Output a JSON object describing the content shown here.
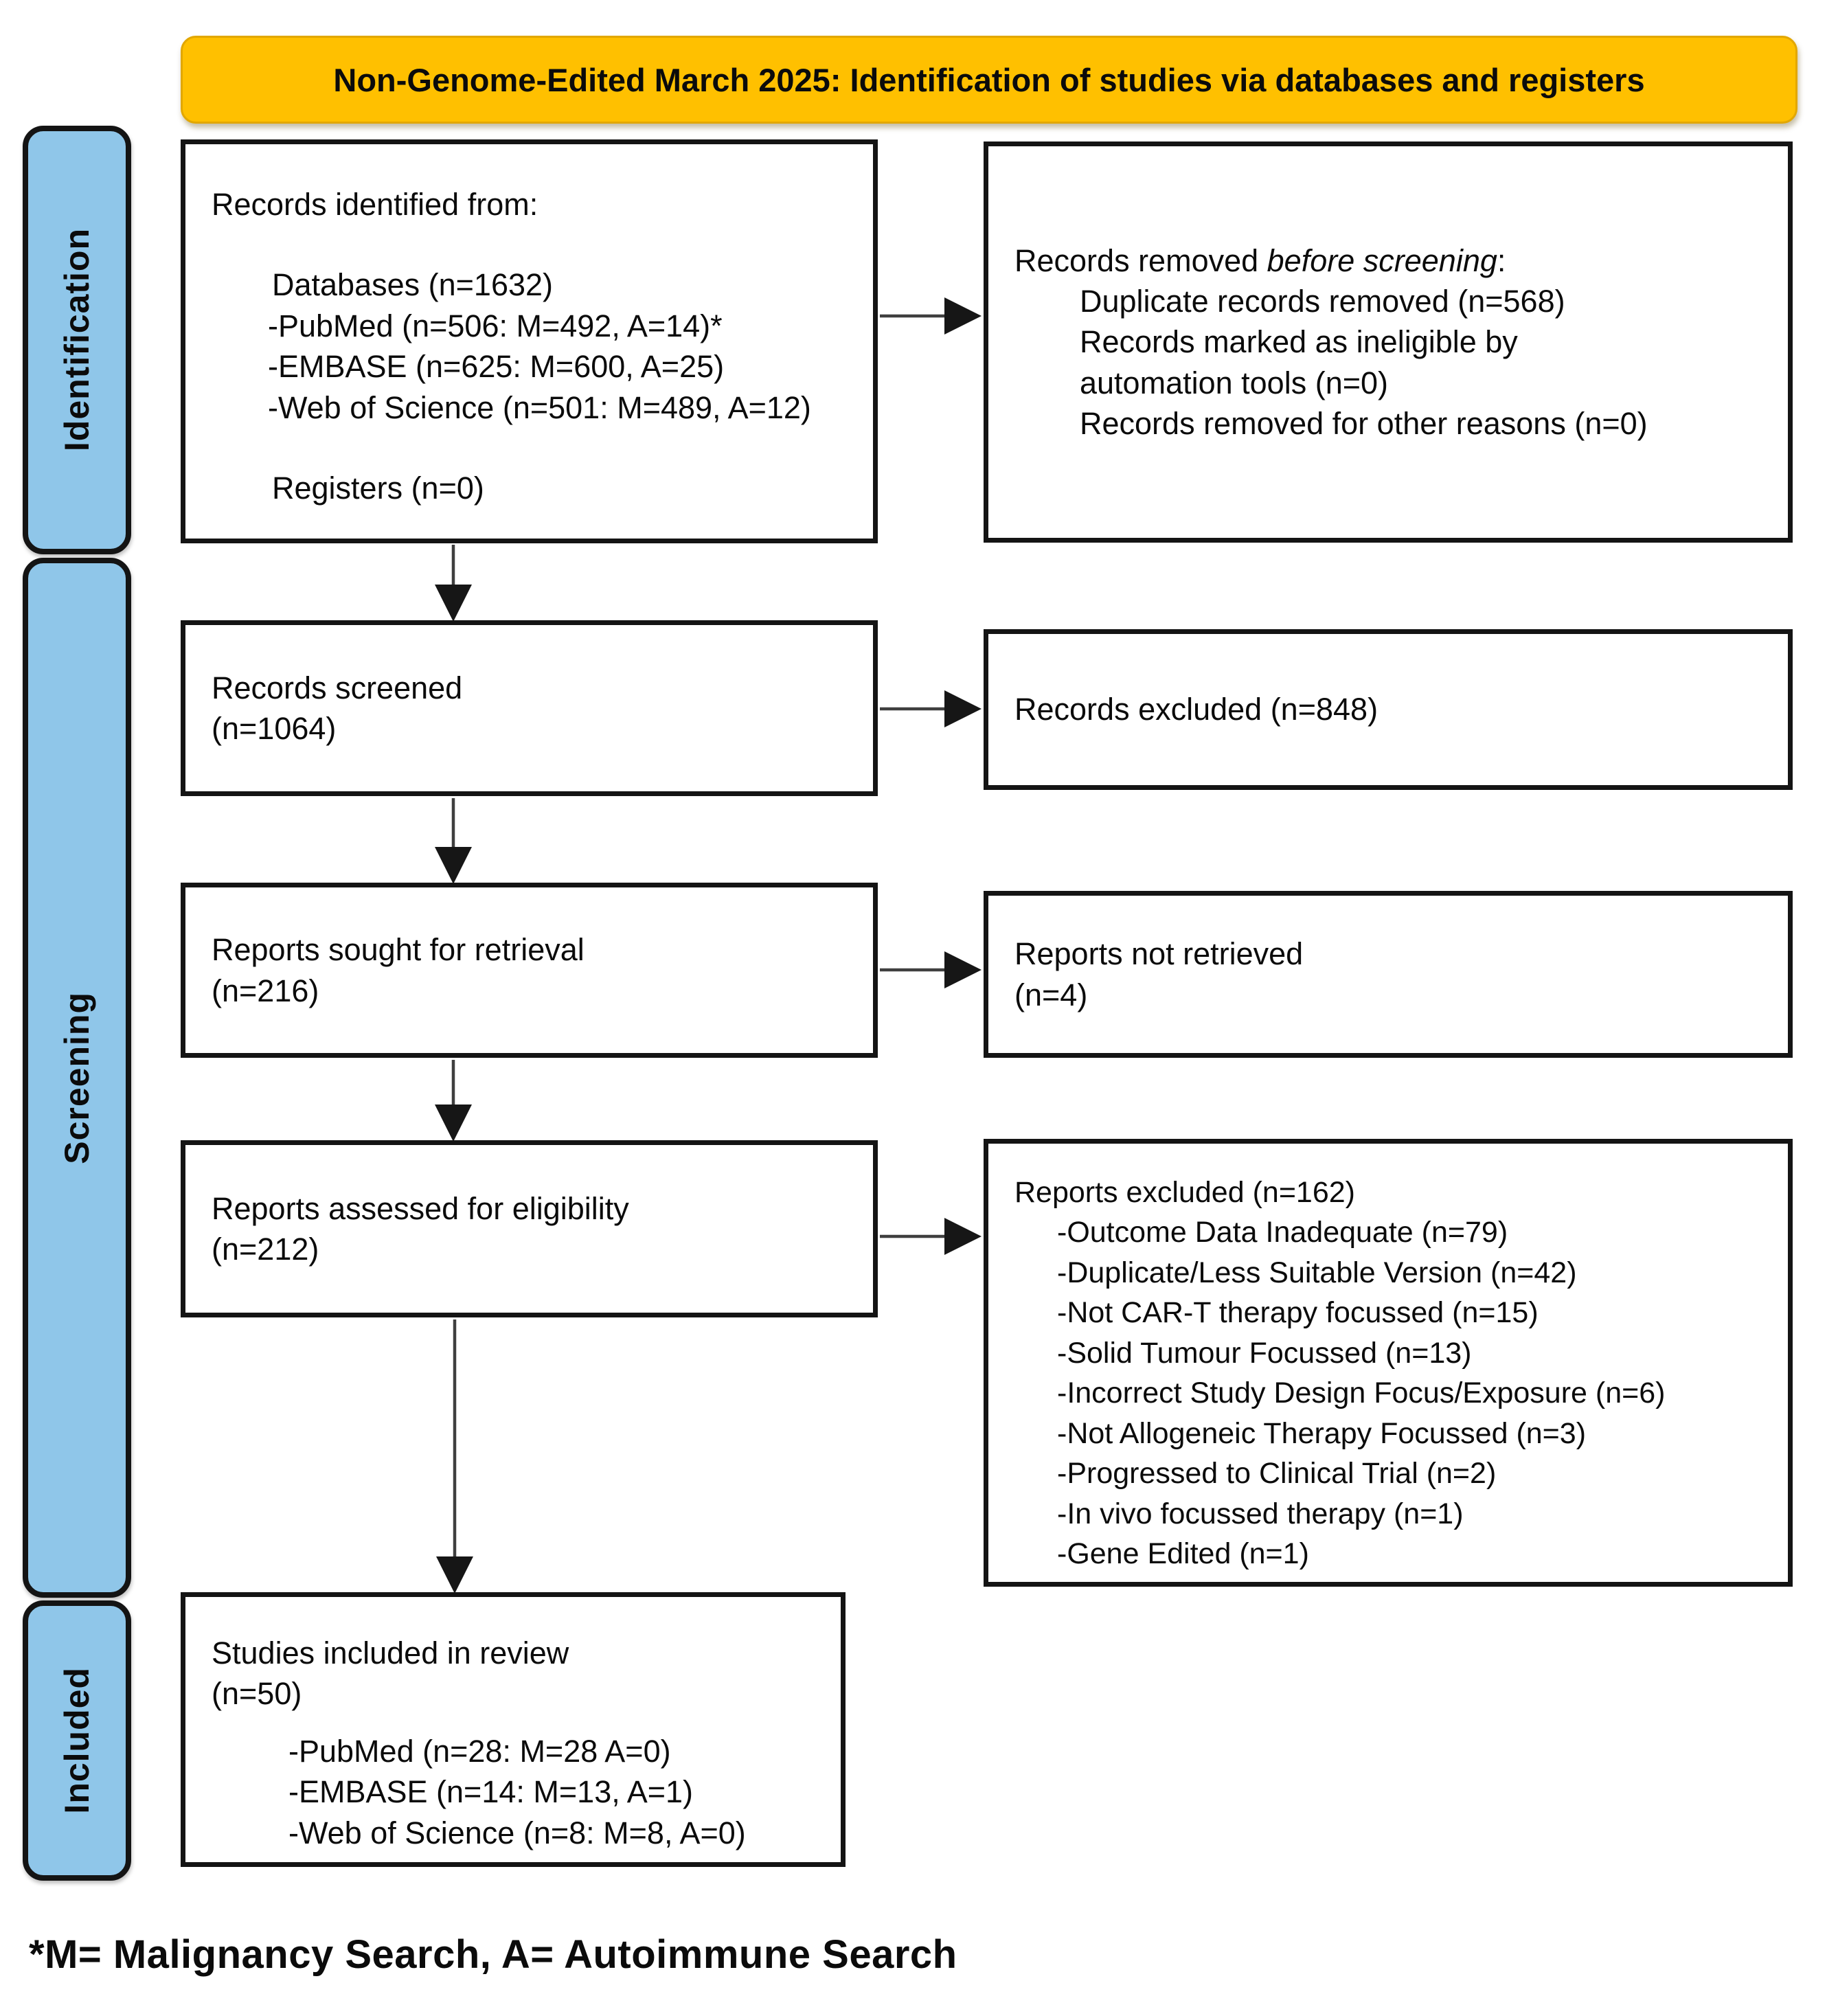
{
  "title": "Non-Genome-Edited March 2025: Identification of studies via databases and registers",
  "stages": {
    "identification": "Identification",
    "screening": "Screening",
    "included": "Included"
  },
  "boxes": {
    "identified": {
      "heading": "Records identified from:",
      "databases": "Databases (n=1632)",
      "sources": [
        "-PubMed (n=506: M=492, A=14)*",
        "-EMBASE (n=625: M=600, A=25)",
        "-Web of Science (n=501: M=489, A=12)"
      ],
      "registers": "Registers (n=0)"
    },
    "removed_before_screening": {
      "heading_prefix": "Records removed ",
      "heading_italic": "before screening",
      "heading_suffix": ":",
      "lines": [
        "Duplicate records removed  (n=568)",
        "Records marked as ineligible by",
        "automation tools (n=0)",
        "Records removed for other reasons (n=0)"
      ]
    },
    "screened": {
      "line1": "Records screened",
      "line2": "(n=1064)"
    },
    "records_excluded": {
      "line1": "Records excluded (n=848)"
    },
    "sought": {
      "line1": "Reports sought for retrieval",
      "line2": "(n=216)"
    },
    "not_retrieved": {
      "line1": "Reports not retrieved",
      "line2": "(n=4)"
    },
    "assessed": {
      "line1": "Reports assessed for eligibility",
      "line2": "(n=212)"
    },
    "reports_excluded": {
      "heading": "Reports excluded (n=162)",
      "items": [
        "-Outcome Data Inadequate (n=79)",
        "-Duplicate/Less Suitable Version (n=42)",
        "-Not CAR-T therapy focussed (n=15)",
        "-Solid Tumour Focussed (n=13)",
        "-Incorrect Study Design Focus/Exposure (n=6)",
        "-Not Allogeneic Therapy Focussed (n=3)",
        "-Progressed to Clinical Trial (n=2)",
        "-In vivo focussed therapy (n=1)",
        "-Gene Edited (n=1)"
      ]
    },
    "included_studies": {
      "line1": "Studies included in review",
      "line2": "(n=50)",
      "sources": [
        "-PubMed (n=28: M=28 A=0)",
        "-EMBASE (n=14: M=13, A=1)",
        "-Web of Science (n=8: M=8, A=0)"
      ]
    }
  },
  "footnote": "*M= Malignancy Search, A= Autoimmune Search",
  "colors": {
    "banner_bg": "#FFC000",
    "stage_bg": "#8FC6E9",
    "line": "#3f3f3f"
  }
}
